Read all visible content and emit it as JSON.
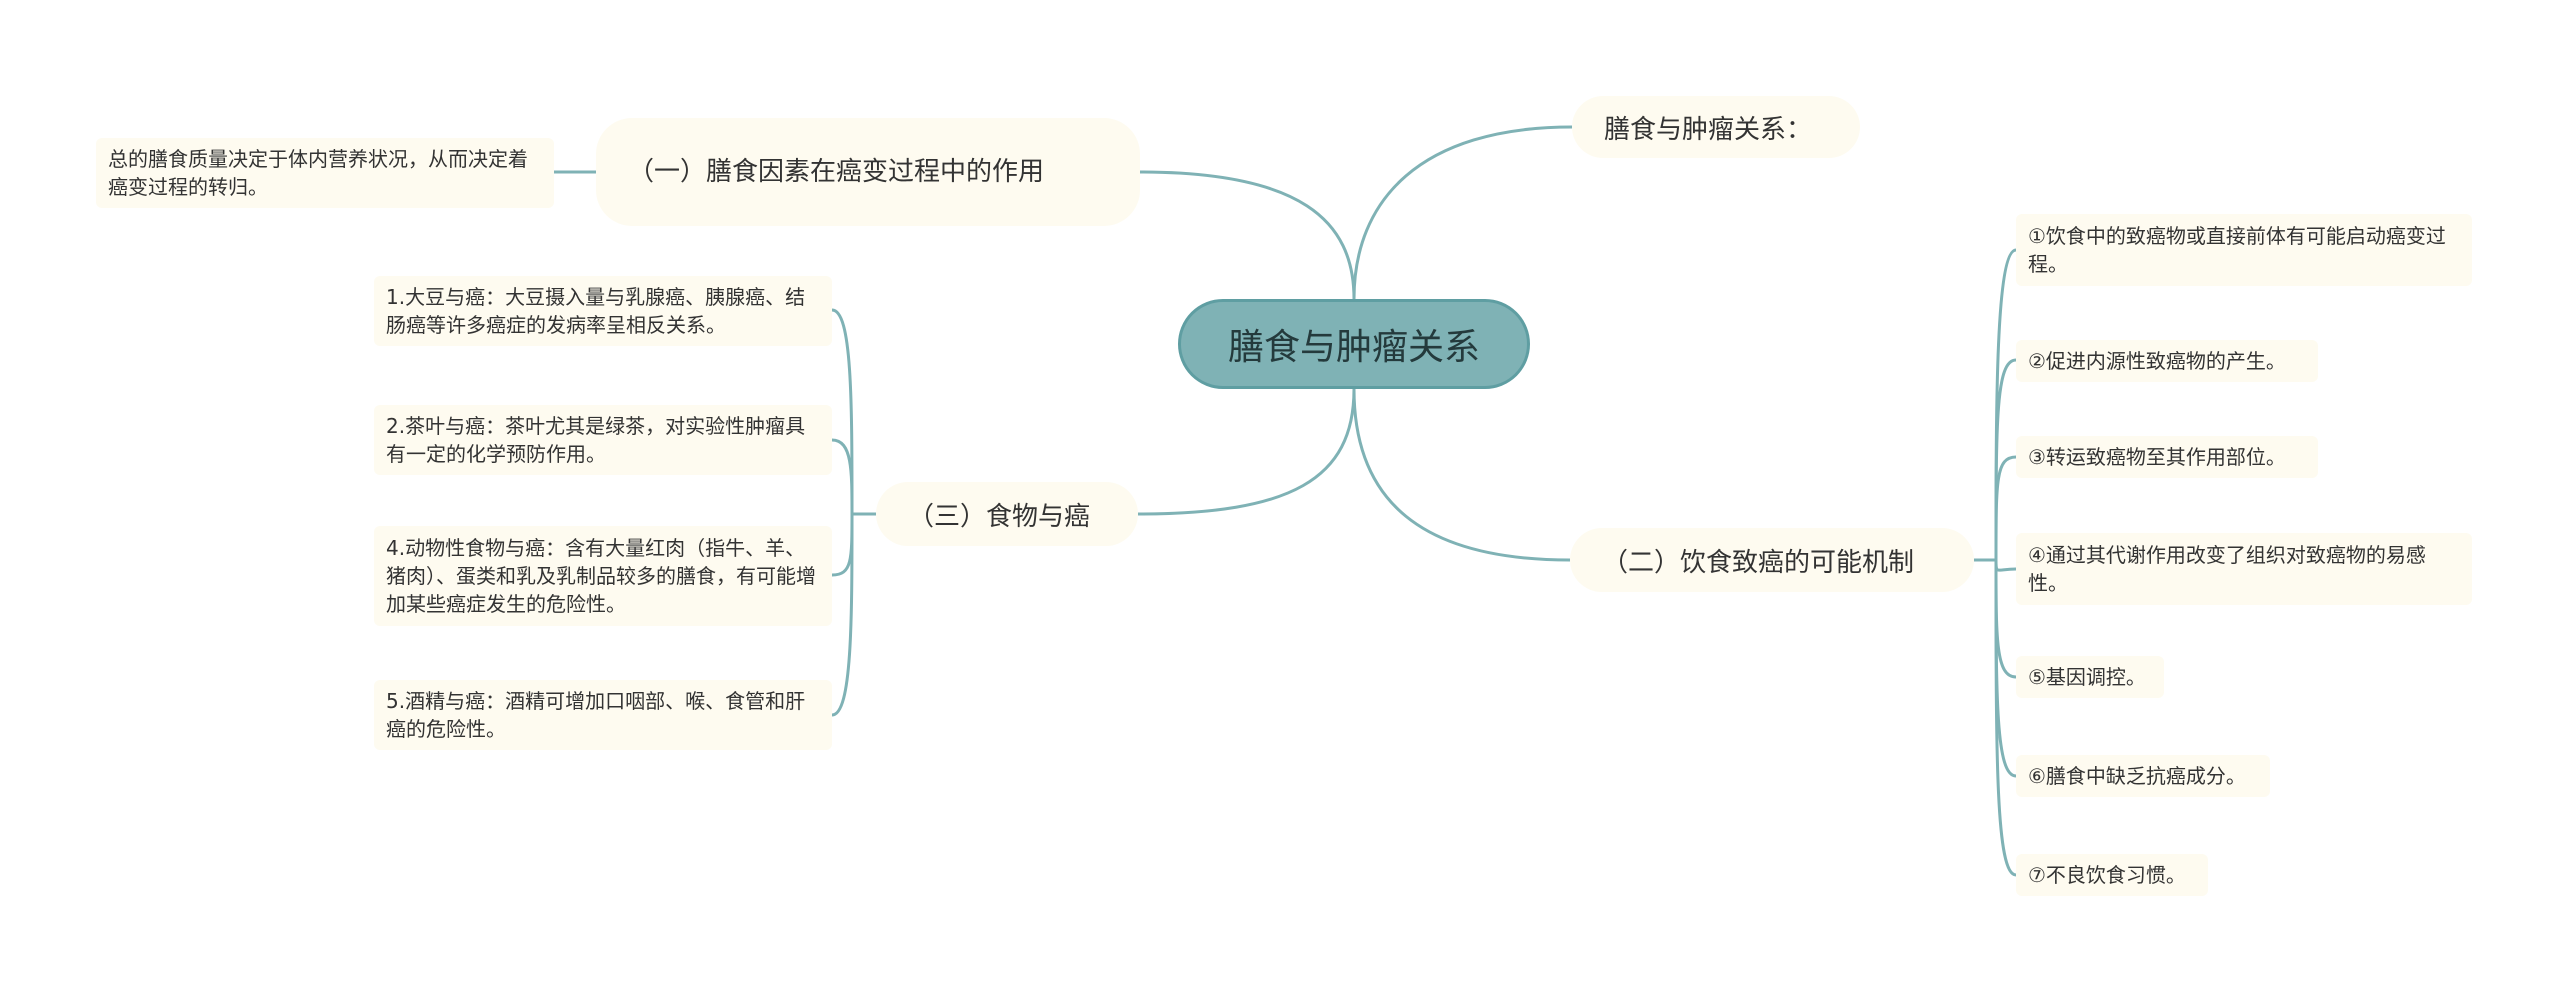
{
  "center": {
    "label": "膳食与肿瘤关系"
  },
  "branches": {
    "title_node": "膳食与肿瘤关系：",
    "role": "（一）膳食因素在癌变过程中的作用",
    "mechanism": "（二）饮食致癌的可能机制",
    "food": "（三）食物与癌"
  },
  "role_leaves": [
    "总的膳食质量决定于体内营养状况，从而决定着癌变过程的转归。"
  ],
  "mechanism_leaves": [
    "①饮食中的致癌物或直接前体有可能启动癌变过程。",
    "②促进内源性致癌物的产生。",
    "③转运致癌物至其作用部位。",
    "④通过其代谢作用改变了组织对致癌物的易感性。",
    "⑤基因调控。",
    "⑥膳食中缺乏抗癌成分。",
    "⑦不良饮食习惯。"
  ],
  "food_leaves": [
    "1.大豆与癌：大豆摄入量与乳腺癌、胰腺癌、结肠癌等许多癌症的发病率呈相反关系。",
    "2.茶叶与癌：茶叶尤其是绿茶，对实验性肿瘤具有一定的化学预防作用。",
    "4.动物性食物与癌：含有大量红肉（指牛、羊、猪肉）、蛋类和乳及乳制品较多的膳食，有可能增加某些癌症发生的危险性。",
    "5.酒精与癌：酒精可增加口咽部、喉、食管和肝癌的危险性。"
  ]
}
